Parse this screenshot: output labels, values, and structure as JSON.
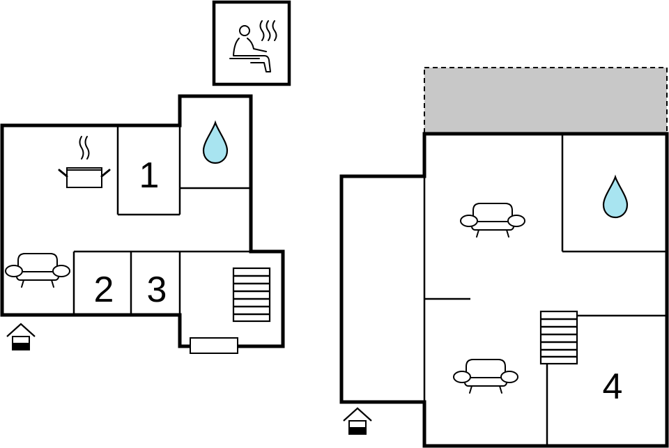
{
  "floorplan": {
    "ground_floor": {
      "rooms": [
        {
          "id": "bedroom-1",
          "label": "1"
        },
        {
          "id": "bedroom-2",
          "label": "2"
        },
        {
          "id": "bedroom-3",
          "label": "3"
        }
      ],
      "features": [
        "sauna-icon",
        "kitchen-pot-icon",
        "water-drop-icon",
        "sofa-icon",
        "stairs-icon",
        "entrance-icon"
      ]
    },
    "upper_floor": {
      "rooms": [
        {
          "id": "bedroom-4",
          "label": "4"
        }
      ],
      "features": [
        "terrace-area",
        "water-drop-icon",
        "sofa-icon",
        "sofa-icon",
        "stairs-icon",
        "entrance-icon"
      ]
    },
    "colors": {
      "walls": "#000000",
      "water": "#a8e4f0",
      "terrace": "#c8c8c8",
      "background": "#ffffff"
    }
  }
}
